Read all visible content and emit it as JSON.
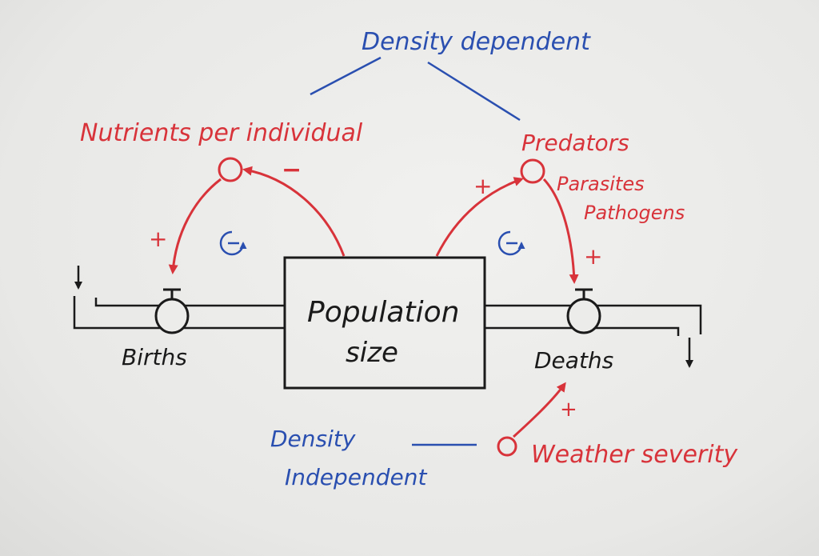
{
  "labels": {
    "density_dependent": "Density dependent",
    "nutrients": "Nutrients per individual",
    "predators": "Predators",
    "parasites": "Parasites",
    "pathogens": "Pathogens",
    "population_line1": "Population",
    "population_line2": "size",
    "births": "Births",
    "deaths": "Deaths",
    "density_independent_line1": "Density",
    "density_independent_line2": "Independent",
    "weather": "Weather severity"
  },
  "polarities": {
    "pop_to_nutrients": "−",
    "nutrients_to_births": "+",
    "pop_to_predators": "+",
    "predators_to_deaths": "+",
    "weather_to_deaths": "+"
  },
  "colors": {
    "red": "#d8333a",
    "blue": "#2a4fb0",
    "black": "#1a1a1a"
  },
  "icons": {
    "balancing_loop_left": "balancing-loop-icon",
    "balancing_loop_right": "balancing-loop-icon",
    "births_valve": "flow-valve-icon",
    "deaths_valve": "flow-valve-icon"
  }
}
